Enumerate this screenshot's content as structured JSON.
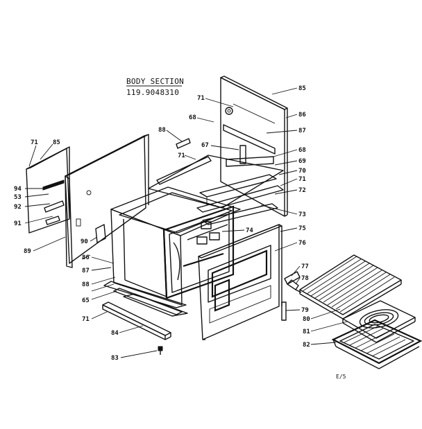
{
  "title": "BODY SECTION",
  "model_number": "119.9048310",
  "page_ref": "E/5",
  "part_labels": {
    "p85_top": "85",
    "p71_top": "71",
    "p68_top": "68",
    "p86_right": "86",
    "p87_right": "87",
    "p88_left": "88",
    "p67": "67",
    "p71_mid": "71",
    "p68_right": "68",
    "p69": "69",
    "p70": "70",
    "p71_right": "71",
    "p72": "72",
    "p73": "73",
    "p71_left": "71",
    "p85_left": "85",
    "p94": "94",
    "p53": "53",
    "p92": "92",
    "p91": "91",
    "p90": "90",
    "p89": "89",
    "p74": "74",
    "p75a": "75",
    "p76": "76",
    "p77": "77",
    "p78": "78",
    "p79": "79",
    "p80": "80",
    "p81": "81",
    "p82": "82",
    "p86_low": "86",
    "p87_low": "87",
    "p88_low": "88",
    "p65": "65",
    "p71_bottom": "71",
    "p84": "84",
    "p83": "83"
  }
}
